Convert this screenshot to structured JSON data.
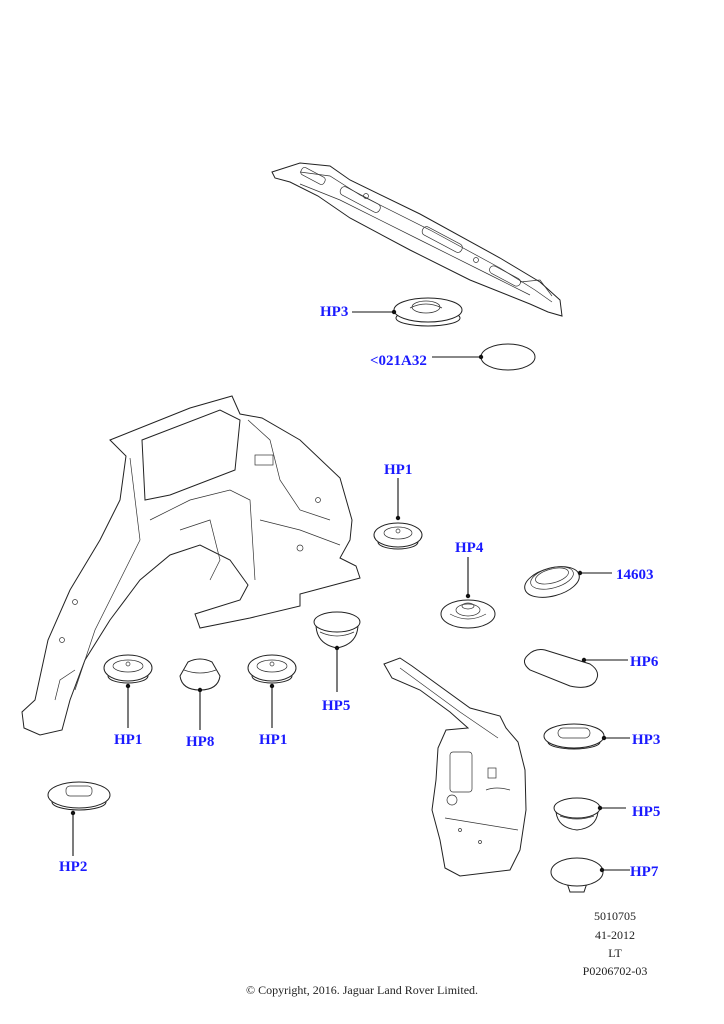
{
  "diagram": {
    "callouts": [
      {
        "id": "c-hp3-top",
        "text": "HP3"
      },
      {
        "id": "c-021a32",
        "text": "<021A32"
      },
      {
        "id": "c-hp1-mid",
        "text": "HP1"
      },
      {
        "id": "c-hp4",
        "text": "HP4"
      },
      {
        "id": "c-14603",
        "text": "14603"
      },
      {
        "id": "c-hp6",
        "text": "HP6"
      },
      {
        "id": "c-hp5-mid",
        "text": "HP5"
      },
      {
        "id": "c-hp1-left",
        "text": "HP1"
      },
      {
        "id": "c-hp8",
        "text": "HP8"
      },
      {
        "id": "c-hp1-right",
        "text": "HP1"
      },
      {
        "id": "c-hp3-right",
        "text": "HP3"
      },
      {
        "id": "c-hp5-right",
        "text": "HP5"
      },
      {
        "id": "c-hp2",
        "text": "HP2"
      },
      {
        "id": "c-hp7",
        "text": "HP7"
      }
    ],
    "label_color": "#1a1aff",
    "reference": {
      "line1": "5010705",
      "line2": "41-2012",
      "line3": "LT",
      "line4": "P0206702-03"
    },
    "copyright": "© Copyright, 2016. Jaguar Land Rover Limited."
  }
}
